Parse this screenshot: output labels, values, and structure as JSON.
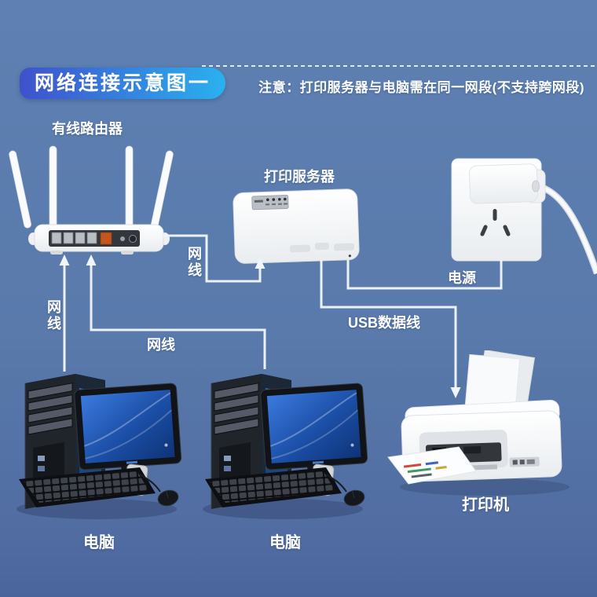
{
  "title_badge": {
    "text": "网络连接示意图一"
  },
  "note": {
    "text": "注意：打印服务器与电脑需在同一网段(不支持跨网段)"
  },
  "nodes": {
    "router": {
      "label": "有线路由器"
    },
    "print_server": {
      "label": "打印服务器"
    },
    "power": {
      "label": "电源"
    },
    "computer_left": {
      "label": "电脑"
    },
    "computer_mid": {
      "label": "电脑"
    },
    "printer": {
      "label": "打印机"
    }
  },
  "cables": {
    "lan_left": "网线",
    "lan_mid": "网线",
    "lan_server": "网线",
    "usb": "USB数据线"
  },
  "connections": [
    {
      "from": "computer_left",
      "to": "router",
      "label": "网线",
      "arrow": "into-router"
    },
    {
      "from": "computer_mid",
      "to": "router",
      "label": "网线",
      "arrow": "into-router"
    },
    {
      "from": "router",
      "to": "print_server",
      "label": "网线",
      "arrow": "into-print-server"
    },
    {
      "from": "print_server",
      "to": "power",
      "label": "电源",
      "arrow": "none"
    },
    {
      "from": "print_server",
      "to": "printer",
      "label": "USB数据线",
      "arrow": "into-printer"
    }
  ],
  "colors": {
    "background": "#597aab",
    "badge_gradient_start": "#3f51cd",
    "badge_gradient_end": "#2ab1ef",
    "cable_line": "#f0f5fa",
    "text": "#ffffff",
    "wan_port": "#c2561c"
  }
}
